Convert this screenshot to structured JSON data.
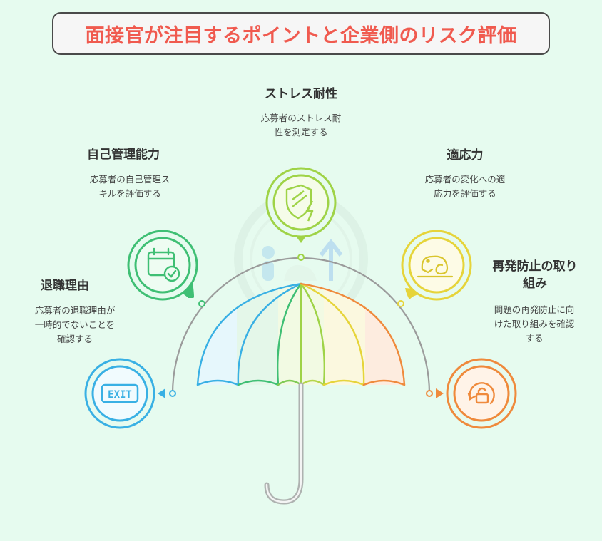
{
  "title": "面接官が注目するポイントと企業側のリスク評価",
  "items": [
    {
      "key": "taishoku",
      "label": "退職理由",
      "desc_lines": [
        "応募者の退職理由が",
        "一時的でないことを",
        "確認する"
      ],
      "icon": "exit-sign-icon",
      "color": "#37aee3"
    },
    {
      "key": "jiko",
      "label": "自己管理能力",
      "desc_lines": [
        "応募者の自己管理ス",
        "キルを評価する"
      ],
      "icon": "calendar-check-icon",
      "color": "#3fbf74"
    },
    {
      "key": "stress",
      "label": "ストレス耐性",
      "desc_lines": [
        "応募者のストレス耐",
        "性を測定する"
      ],
      "icon": "shield-bolt-icon",
      "color": "#9fd347"
    },
    {
      "key": "tekio",
      "label": "適応力",
      "desc_lines": [
        "応募者の変化への適",
        "応力を評価する"
      ],
      "icon": "chameleon-icon",
      "color": "#e6d43a"
    },
    {
      "key": "saihatsu",
      "label_lines": [
        "再発防止の取り",
        "組み"
      ],
      "desc_lines": [
        "問題の再発防止に向",
        "けた取り組みを確認",
        "する"
      ],
      "icon": "refresh-lock-icon",
      "color": "#ef8a3c"
    }
  ],
  "exit_text": "EXIT",
  "colors": {
    "title": "#f05a4f",
    "background": "#e6fbef",
    "umbrella_panels": [
      "#39b0e4",
      "#3fbf74",
      "#9fd347",
      "#e6d43a",
      "#ef8a3c"
    ]
  }
}
